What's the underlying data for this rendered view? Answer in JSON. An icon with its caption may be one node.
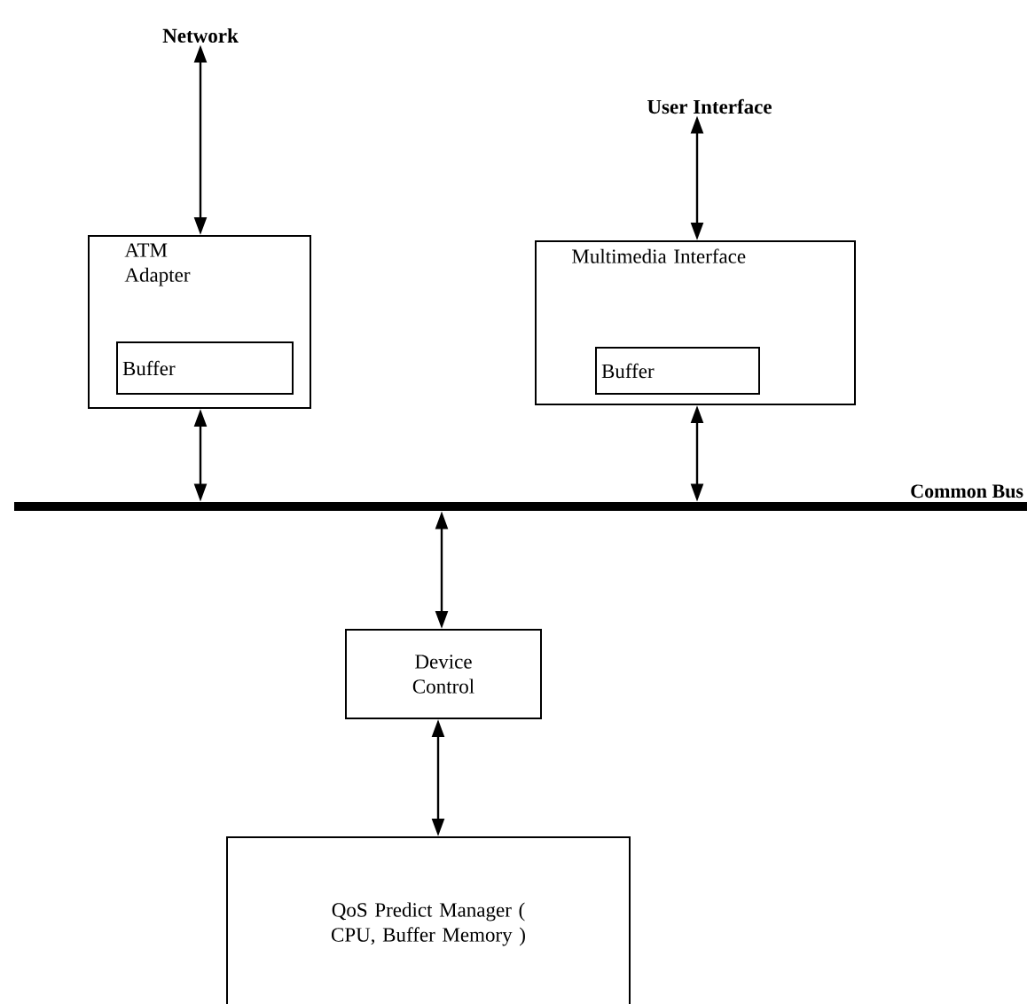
{
  "diagram": {
    "nodes": [
      {
        "text": [
          "Network"
        ]
      },
      {
        "text": [
          "User Interface"
        ]
      },
      {
        "text": [
          "ATM Adapter"
        ]
      },
      {
        "text": [
          "Buffer"
        ],
        "in": 2
      },
      {
        "text": [
          "Multimedia Interface"
        ]
      },
      {
        "text": [
          "Buffer"
        ],
        "in": 4
      },
      {
        "text": [
          "Common Bus"
        ]
      },
      {
        "text": [
          "Device Control"
        ]
      },
      {
        "text": [
          "QoS Predict Manager ( CPU, Buffer Memory )"
        ]
      }
    ],
    "edges": [
      {
        "from": 0,
        "to": 2,
        "arrow": "both"
      },
      {
        "from": 1,
        "to": 4,
        "arrow": "both"
      },
      {
        "from": 2,
        "to": 6,
        "arrow": "both"
      },
      {
        "from": 4,
        "to": 6,
        "arrow": "both"
      },
      {
        "from": 6,
        "to": 7,
        "arrow": "both"
      },
      {
        "from": 7,
        "to": 8,
        "arrow": "both"
      }
    ]
  }
}
